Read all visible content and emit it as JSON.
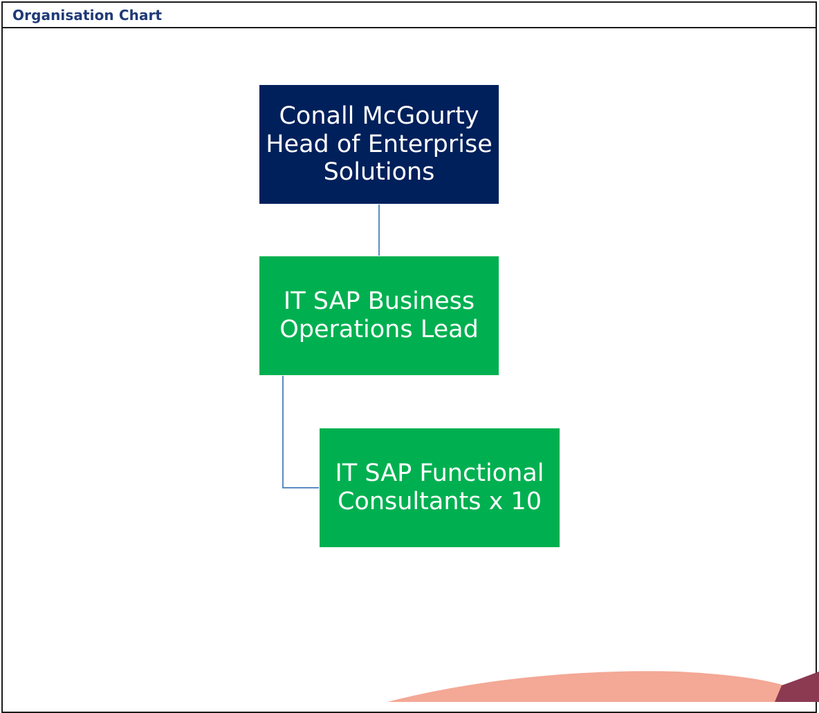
{
  "header": {
    "title": "Organisation Chart"
  },
  "org_chart": {
    "nodes": [
      {
        "id": "head",
        "lines": [
          "Conall McGourty",
          "Head of Enterprise",
          "Solutions"
        ],
        "color": "#00205b"
      },
      {
        "id": "lead",
        "lines": [
          "IT SAP Business",
          "Operations Lead"
        ],
        "color": "#00b050"
      },
      {
        "id": "consultants",
        "lines": [
          "IT SAP Functional",
          "Consultants x 10"
        ],
        "color": "#00b050"
      }
    ],
    "links": [
      {
        "from": "head",
        "to": "lead"
      },
      {
        "from": "lead",
        "to": "consultants"
      }
    ],
    "connector_color": "#5b8bc4"
  },
  "decoration": {
    "wave_colors": [
      "#f4a896",
      "#8b3a52"
    ]
  }
}
